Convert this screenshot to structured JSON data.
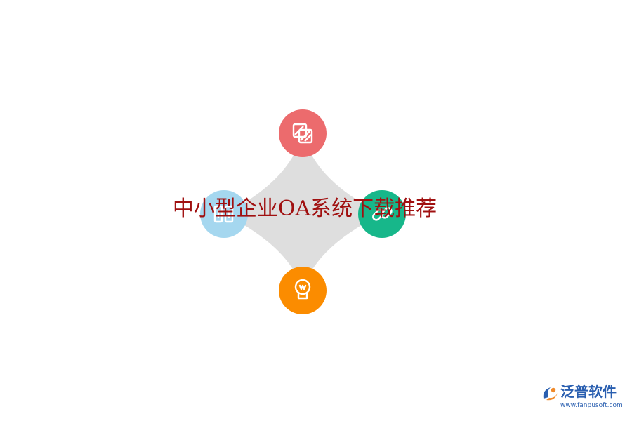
{
  "diagram": {
    "title": "中小型企业OA系统下载推荐",
    "nodes": [
      {
        "id": "top",
        "icon": "layers-icon",
        "color": "#ec6b6d"
      },
      {
        "id": "left",
        "icon": "columns-icon",
        "color": "#a5d7ef"
      },
      {
        "id": "right",
        "icon": "link-icon",
        "color": "#17b78a"
      },
      {
        "id": "bottom",
        "icon": "lightbulb-icon",
        "color": "#fb8c00"
      }
    ],
    "connector_color": "#dedede",
    "title_color": "#a01010"
  },
  "brand": {
    "name": "泛普软件",
    "url": "www.fanpusoft.com",
    "name_color": "#2a5fb0",
    "accent_color": "#f08a2a"
  }
}
